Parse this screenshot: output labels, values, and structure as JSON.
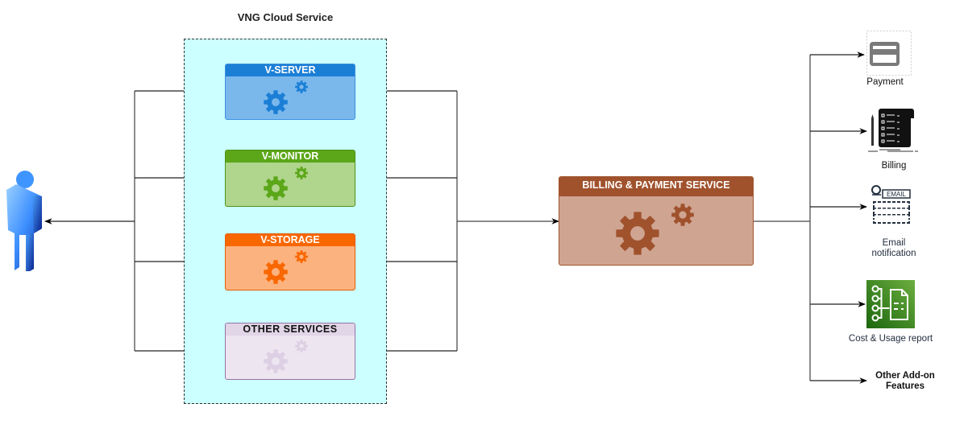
{
  "cloud": {
    "title": "VNG Cloud Service"
  },
  "services": [
    {
      "label": "V-SERVER",
      "head_color": "#1c7fd6",
      "body_color": "#7ab8ec",
      "border_color": "#3d90df",
      "gear_color": "#1c7fd6",
      "label_color": "#ffffff"
    },
    {
      "label": "V-MONITOR",
      "head_color": "#5ba719",
      "body_color": "#b0d58d",
      "border_color": "#4d931a",
      "gear_color": "#5ba719",
      "label_color": "#ffffff"
    },
    {
      "label": "V-STORAGE",
      "head_color": "#f96700",
      "body_color": "#fcb27f",
      "border_color": "#e05f05",
      "gear_color": "#f96700",
      "label_color": "#ffffff"
    },
    {
      "label": "OTHER SERVICES",
      "head_color": "#e1d5e7",
      "body_color": "#ede6f0",
      "border_color": "#9673a6",
      "gear_color": "#ddd0e4",
      "label_color": "#111111"
    }
  ],
  "billing": {
    "label": "BILLING & PAYMENT SERVICE",
    "head_color": "#a0522d",
    "body_color": "#cfa592",
    "gear_color": "#a0522d"
  },
  "user": {
    "icon": "user-icon"
  },
  "features": [
    {
      "label": "Payment",
      "icon": "credit-card-icon"
    },
    {
      "label": "Billing",
      "icon": "bill-scroll-icon"
    },
    {
      "label": "Email notification",
      "icon": "email-icon"
    },
    {
      "label": "Cost & Usage report",
      "icon": "cost-usage-report-icon"
    },
    {
      "label": "Other Add-on Features",
      "icon": ""
    }
  ]
}
